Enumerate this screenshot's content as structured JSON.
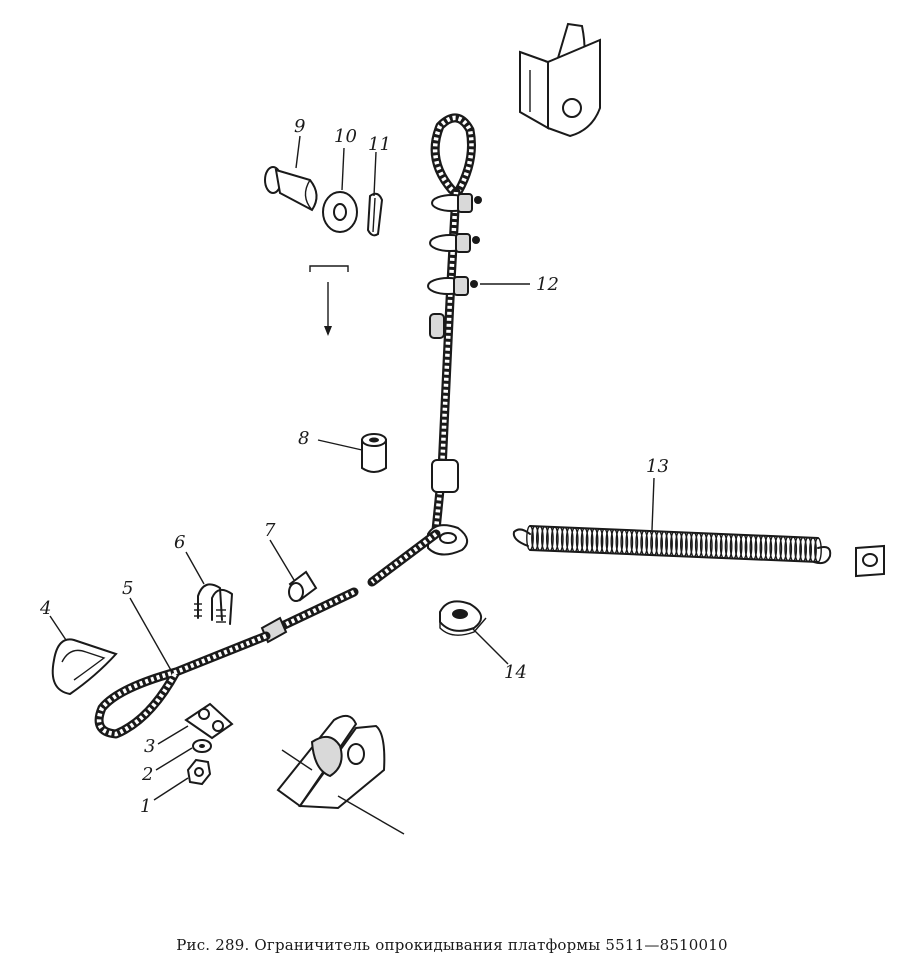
{
  "caption": "Рис. 289. Ограничитель опрокидывания платформы 5511—8510010",
  "callouts": {
    "c1": "1",
    "c2": "2",
    "c3": "3",
    "c4": "4",
    "c5": "5",
    "c6": "6",
    "c7": "7",
    "c8": "8",
    "c9": "9",
    "c10": "10",
    "c11": "11",
    "c12": "12",
    "c13": "13",
    "c14": "14"
  }
}
